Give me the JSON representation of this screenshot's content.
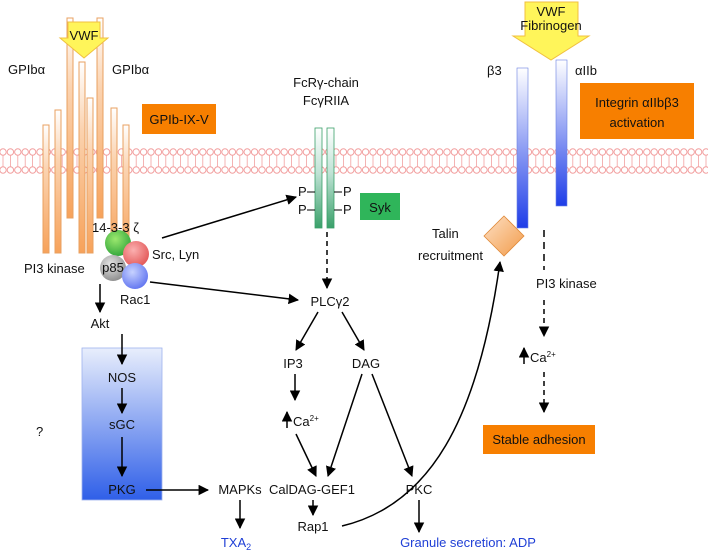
{
  "gpib": {
    "ligand": "VWF",
    "left_label": "GPIbα",
    "right_label": "GPIbα",
    "complex_label": "GPIb-IX-V",
    "adaptor": "14-3-3 ζ",
    "src_lyn": "Src, Lyn",
    "pi3k": "PI3 kinase",
    "p85": "p85",
    "rac1": "Rac1"
  },
  "fcr": {
    "title_line1": "FcRγ-chain",
    "title_line2": "FcγRIIA",
    "p": "P",
    "syk": "Syk"
  },
  "integrin": {
    "ligand_line1": "VWF",
    "ligand_line2": "Fibrinogen",
    "beta": "β3",
    "alpha": "αIIb",
    "activation_line1": "Integrin αIIbβ3",
    "activation_line2": "activation",
    "talin_line1": "Talin",
    "talin_line2": "recruitment",
    "pi3k": "PI3 kinase",
    "ca": "Ca",
    "ca_sup": "2+",
    "stable": "Stable adhesion"
  },
  "pathway": {
    "akt": "Akt",
    "nos": "NOS",
    "sgc": "sGC",
    "pkg": "PKG",
    "question": "?",
    "mapks": "MAPKs",
    "txa_main": "TXA",
    "txa_sub": "2",
    "plc": "PLCγ2",
    "ip3": "IP3",
    "dag": "DAG",
    "ca": "Ca",
    "ca_sup": "2+",
    "caldag": "CalDAG-GEF1",
    "pkc": "PKC",
    "rap1": "Rap1",
    "granule": "Granule secretion: ADP"
  },
  "colors": {
    "orange_box": "#f77f00",
    "syk_green": "#2fb55a",
    "ligand_yellow": "#fff55a",
    "membrane": "#f2a0a0",
    "blue_text": "#1f3fd6"
  }
}
